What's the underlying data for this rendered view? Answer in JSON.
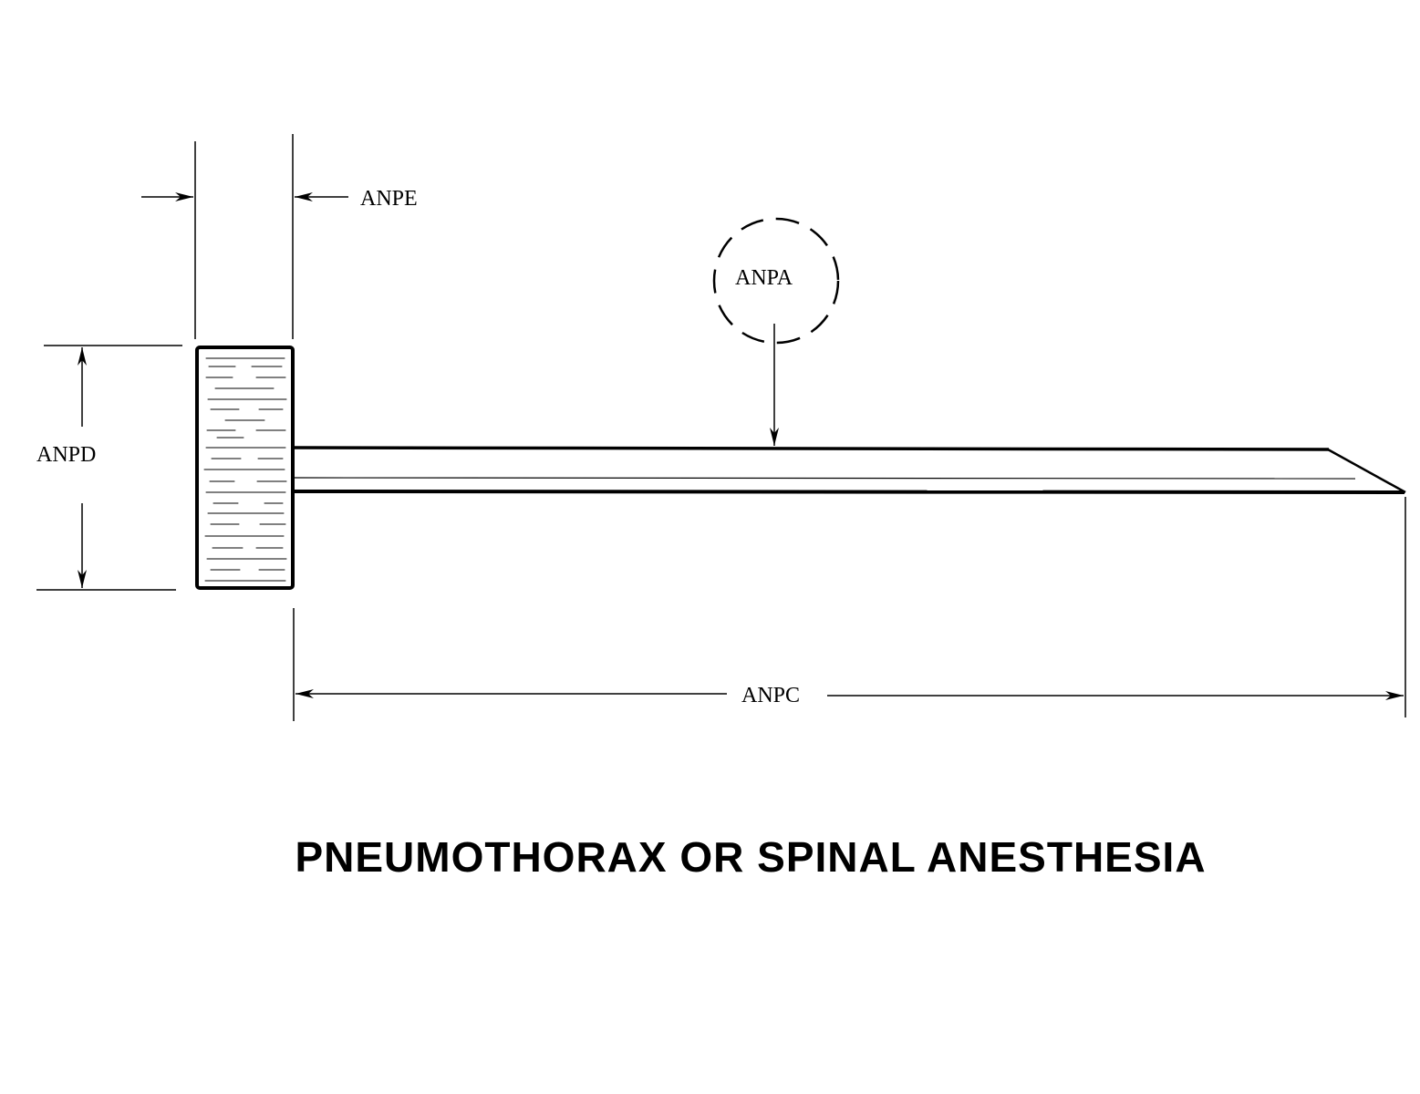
{
  "diagram": {
    "title": "PNEUMOTHORAX OR SPINAL ANESTHESIA",
    "labels": {
      "anpe": "ANPE",
      "anpa": "ANPA",
      "anpd": "ANPD",
      "anpc": "ANPC"
    },
    "colors": {
      "ink": "#000000",
      "background": "#ffffff"
    }
  }
}
